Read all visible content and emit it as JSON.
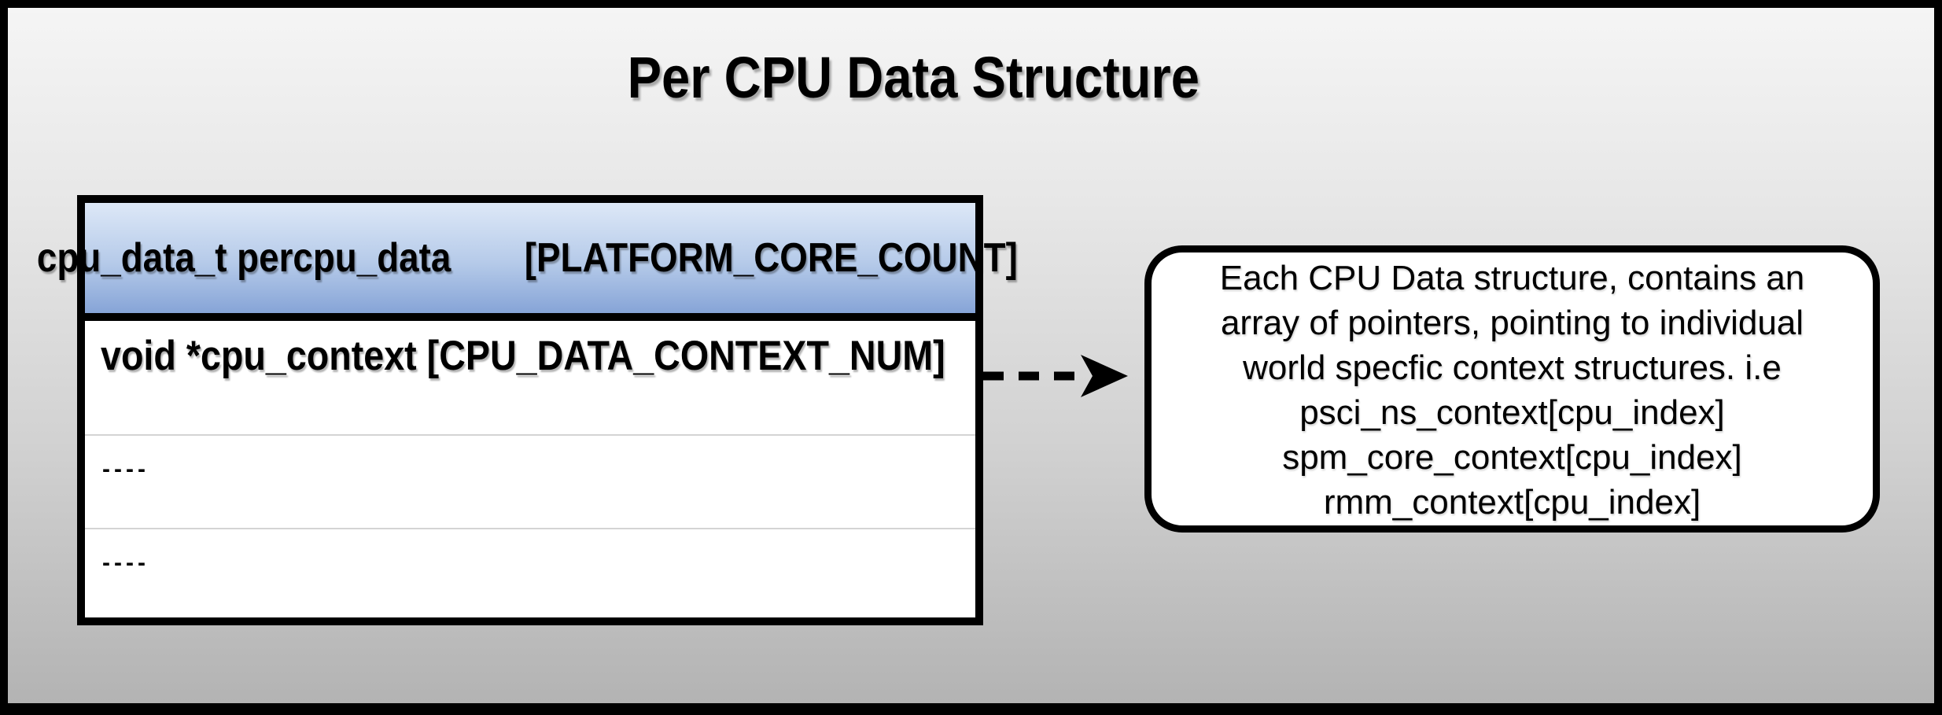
{
  "diagram": {
    "title": "Per CPU Data Structure",
    "table": {
      "header": {
        "line1": "cpu_data_t percpu_data",
        "line2": "[PLATFORM_CORE_COUNT]"
      },
      "rows": [
        {
          "text": "void *cpu_context [CPU_DATA_CONTEXT_NUM]"
        },
        {
          "text": "----"
        },
        {
          "text": "----"
        }
      ]
    },
    "arrow": {
      "style": "dashed",
      "direction": "right"
    },
    "callout": {
      "lines": [
        "Each CPU Data structure, contains an",
        "array of pointers, pointing to individual",
        "world specfic context structures. i.e",
        "psci_ns_context[cpu_index]",
        "spm_core_context[cpu_index]",
        "rmm_context[cpu_index]"
      ]
    },
    "colors": {
      "header_gradient_top": "#dde8f7",
      "header_gradient_bottom": "#86a4d7",
      "background_top": "#f5f5f5",
      "background_bottom": "#b3b3b3",
      "border": "#000000",
      "row_separator": "#d4d4d4"
    }
  }
}
